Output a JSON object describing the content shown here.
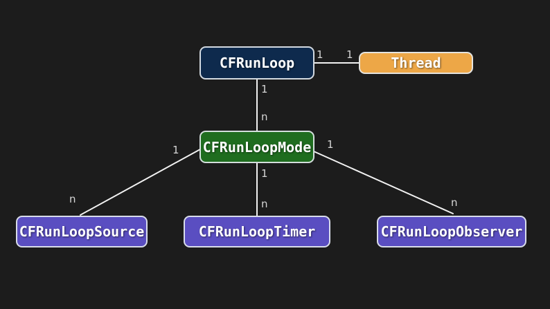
{
  "diagram": {
    "type": "class-relationship-diagram",
    "background_color": "#1c1c1c",
    "connector_color": "#f2f2f2",
    "multiplicity_color": "#d6d6d6",
    "nodes": {
      "cfrunloop": {
        "label": "CFRunLoop",
        "fill": "#0e2a4d",
        "text_color": "#ffffff"
      },
      "thread": {
        "label": "Thread",
        "fill": "#eda747",
        "text_color": "#ffffff"
      },
      "cfrunloopmode": {
        "label": "CFRunLoopMode",
        "fill": "#1f6d1f",
        "text_color": "#ffffff"
      },
      "cfrunloopsource": {
        "label": "CFRunLoopSource",
        "fill": "#5a4ec1",
        "text_color": "#ffffff"
      },
      "cfrunlooptimer": {
        "label": "CFRunLoopTimer",
        "fill": "#5a4ec1",
        "text_color": "#ffffff"
      },
      "cfrunloopobserver": {
        "label": "CFRunLoopObserver",
        "fill": "#5a4ec1",
        "text_color": "#ffffff"
      }
    },
    "edges": {
      "runloop_thread": {
        "from": "CFRunLoop",
        "to": "Thread",
        "from_label": "1",
        "to_label": "1"
      },
      "runloop_mode": {
        "from": "CFRunLoop",
        "to": "CFRunLoopMode",
        "from_label": "1",
        "to_label": "n"
      },
      "mode_source": {
        "from": "CFRunLoopMode",
        "to": "CFRunLoopSource",
        "from_label": "1",
        "to_label": "n"
      },
      "mode_timer": {
        "from": "CFRunLoopMode",
        "to": "CFRunLoopTimer",
        "from_label": "1",
        "to_label": "n"
      },
      "mode_observer": {
        "from": "CFRunLoopMode",
        "to": "CFRunLoopObserver",
        "from_label": "1",
        "to_label": "n"
      }
    }
  }
}
